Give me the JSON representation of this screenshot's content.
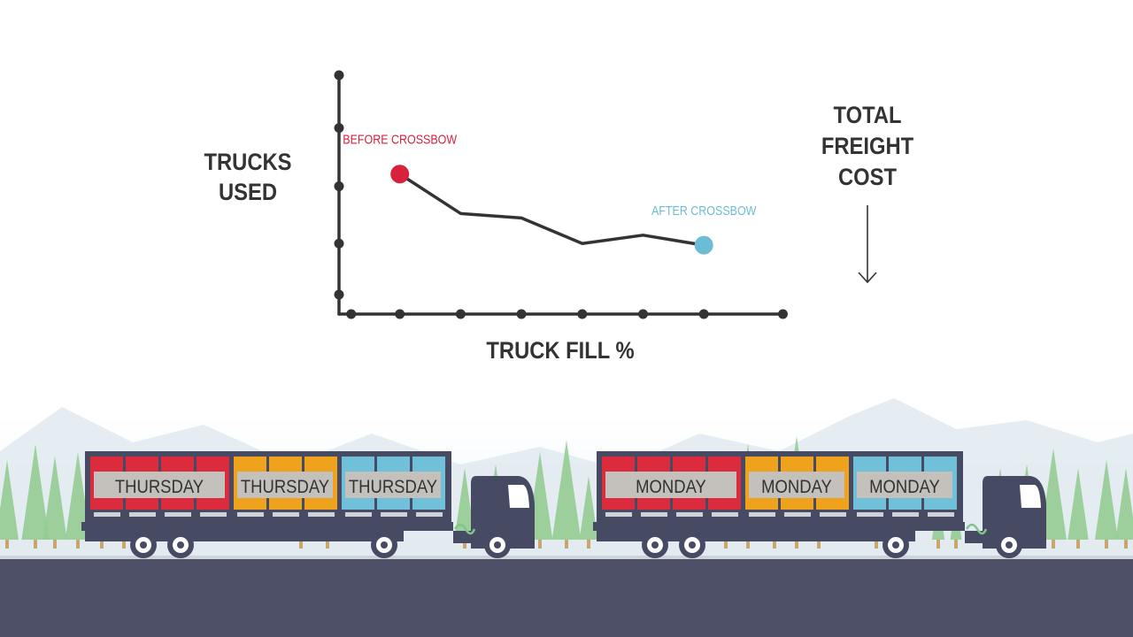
{
  "colors": {
    "axis": "#333333",
    "line": "#333333",
    "before": "#d7213d",
    "after": "#6cbcd5",
    "road": "#4d5066",
    "truck": "#474a63",
    "crate_red": "#db2b3c",
    "crate_orange": "#efa21c",
    "crate_blue": "#70c0da",
    "tree": "#93cc92",
    "mountain": "#dfe9ef"
  },
  "chart_data": {
    "type": "line",
    "title": "",
    "xlabel": "TRUCK FILL %",
    "ylabel": "TRUCKS\nUSED",
    "x_ticks": 8,
    "y_ticks": 5,
    "xlim": [
      0,
      7.3
    ],
    "ylim": [
      0,
      4.3
    ],
    "grid": false,
    "series": [
      {
        "x": [
          1,
          2,
          3,
          4,
          5,
          6
        ],
        "y": [
          2.52,
          1.81,
          1.73,
          1.27,
          1.42,
          1.24
        ]
      }
    ],
    "annotations": [
      {
        "text": "BEFORE CROSSBOW",
        "point": 0,
        "color": "before"
      },
      {
        "text": "AFTER CROSSBOW",
        "point": 5,
        "color": "after"
      }
    ]
  },
  "side_label": "TOTAL\nFREIGHT\nCOST",
  "side_arrow_icon": "arrow-down-icon",
  "trucks": [
    {
      "name": "left",
      "labels": [
        "THURSDAY",
        "THURSDAY",
        "THURSDAY"
      ]
    },
    {
      "name": "right",
      "labels": [
        "MONDAY",
        "MONDAY",
        "MONDAY"
      ]
    }
  ]
}
